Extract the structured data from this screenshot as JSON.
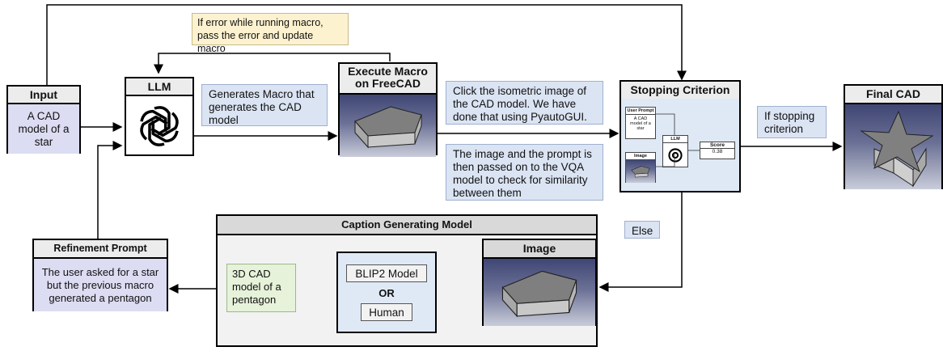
{
  "input": {
    "title": "Input",
    "text": "A CAD model of a star"
  },
  "llm": {
    "title": "LLM",
    "icon": "openai-logo-icon"
  },
  "error_note": "If error while running macro, pass the error and update macro",
  "generates_note": "Generates Macro that generates the CAD model",
  "execute": {
    "title": "Execute Macro on FreeCAD"
  },
  "click_note": "Click the isometric image of the CAD model. We have done that using PyautoGUI.",
  "vqa_note": "The image and the prompt is then passed on to the VQA model to check for similarity between them",
  "stopping": {
    "title": "Stopping Criterion",
    "user_prompt_label": "User Prompt",
    "user_prompt_text": "A CAD model of a star",
    "image_label": "Image",
    "llm_label": "LLM",
    "score_label": "Score",
    "score_value": "0.38"
  },
  "if_stop_note": "If stopping criterion",
  "final": {
    "title": "Final CAD"
  },
  "else_note": "Else",
  "caption": {
    "title": "Caption Generating Model",
    "image_title": "Image",
    "blip": "BLIP2 Model",
    "or": "OR",
    "human": "Human",
    "output": "3D CAD model of a pentagon"
  },
  "refinement": {
    "title": "Refinement Prompt",
    "text": "The user asked for a star but the previous macro generated a pentagon"
  },
  "colors": {
    "lavender": "#dcdcf2",
    "note_blue": "#dbe4f3",
    "yellow_note": "#fdf2cf",
    "green_note": "#e6f2d9",
    "panel_blue": "#dfe9f6",
    "grey_header": "#d9d9d9"
  }
}
